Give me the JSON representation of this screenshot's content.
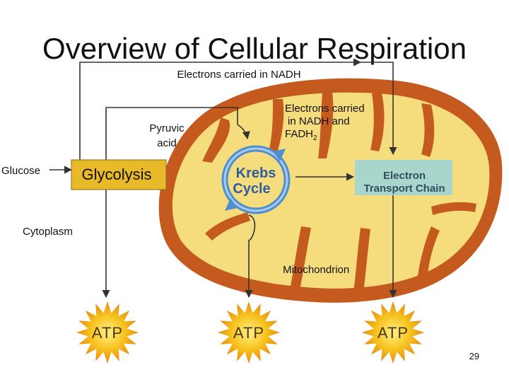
{
  "slide": {
    "title": "Overview of Cellular Respiration",
    "page_number": "29"
  },
  "labels": {
    "nadh_top": "Electrons carried in NADH",
    "pyruvic_line1": "Pyruvic",
    "pyruvic_line2": "acid",
    "electrons_line1": "Electrons carried",
    "electrons_line2": "in NADH and",
    "fadh_base": "FADH",
    "fadh_sub": "2",
    "glucose": "Glucose",
    "glycolysis": "Glycolysis",
    "krebs_line1": "Krebs",
    "krebs_line2": "Cycle",
    "etc_line1": "Electron",
    "etc_line2": "Transport Chain",
    "cytoplasm": "Cytoplasm",
    "mitochondrion": "Mitochondrion"
  },
  "atp": [
    "ATP",
    "ATP",
    "ATP"
  ],
  "colors": {
    "membrane": "#c45a1e",
    "matrix": "#f5dd7e",
    "glycolysis_box": "#e8ba2a",
    "etc_box": "#a9d6cc",
    "krebs_ring": "#4f8fd0",
    "krebs_text": "#2f5e9e",
    "etc_text": "#2f4f5f",
    "atp_star": "#f7c31e",
    "arrow": "#333333"
  }
}
